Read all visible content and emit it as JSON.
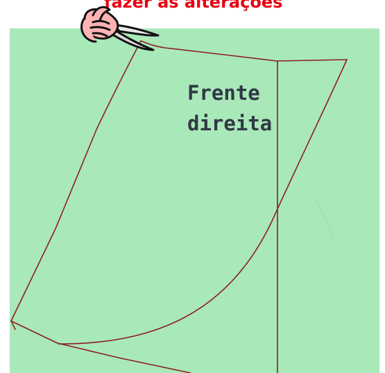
{
  "header": {
    "title": "fazer as alterações"
  },
  "pattern_piece": {
    "label_line_1": "Frente",
    "label_line_2": "direita"
  },
  "colors": {
    "paper": "#a9e8b8",
    "pattern_line": "#8b1e24",
    "header_text": "#e60012",
    "label_text": "#303845"
  },
  "icons": {
    "hand_scissors": "hand-holding-scissors-icon"
  }
}
